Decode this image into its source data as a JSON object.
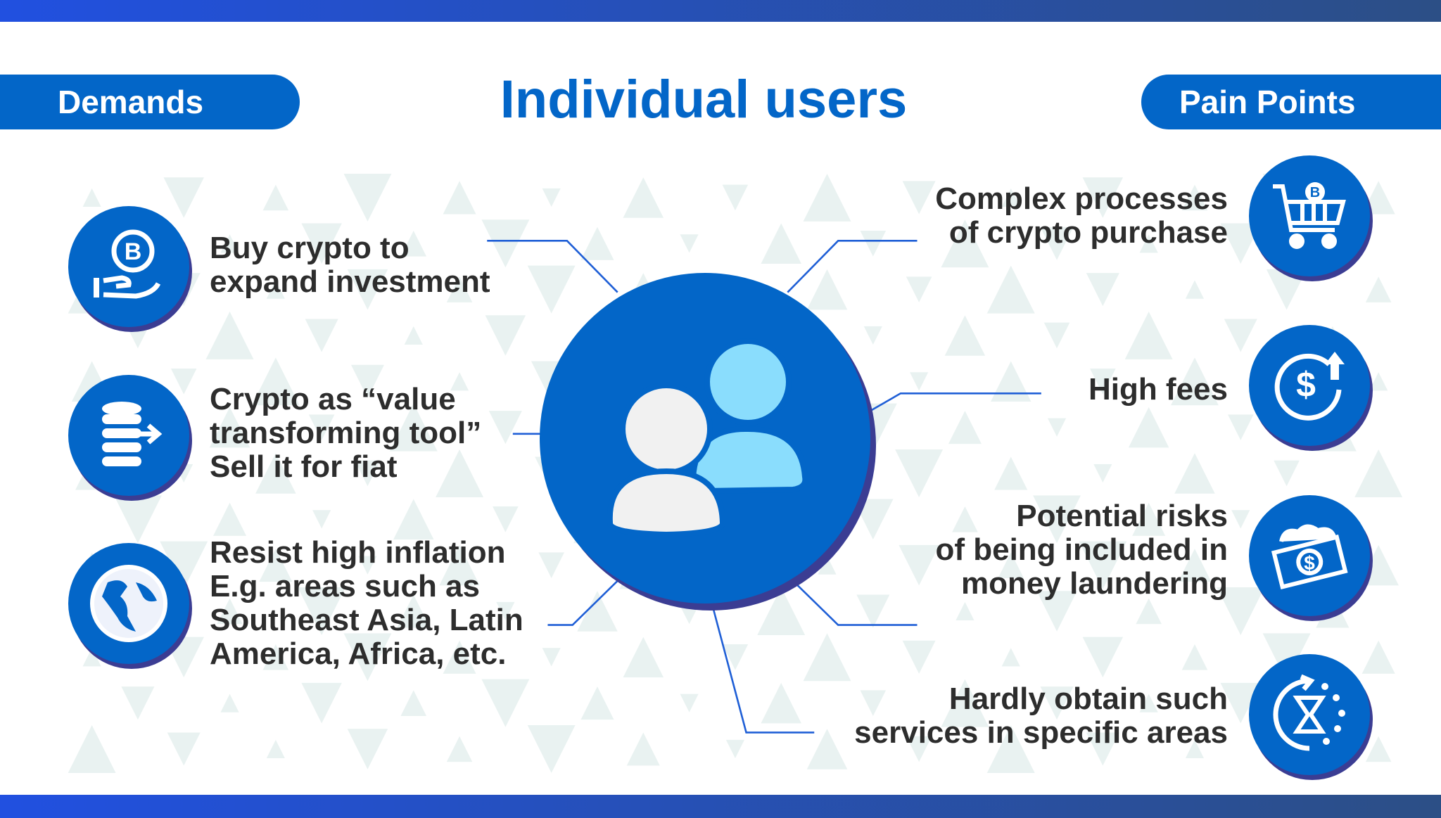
{
  "header": {
    "title": "Individual users",
    "demands_label": "Demands",
    "pain_points_label": "Pain Points"
  },
  "demands": [
    {
      "icon": "bitcoin-hand-icon",
      "lines": [
        "Buy crypto to",
        "expand investment"
      ]
    },
    {
      "icon": "coin-stack-transfer-icon",
      "lines": [
        "Crypto as “value",
        "transforming tool”",
        "Sell it for fiat"
      ]
    },
    {
      "icon": "globe-icon",
      "lines": [
        "Resist high inflation",
        "E.g. areas such as",
        "Southeast Asia, Latin",
        "America, Africa, etc."
      ]
    }
  ],
  "pain_points": [
    {
      "icon": "bitcoin-cart-icon",
      "lines": [
        "Complex processes",
        "of crypto purchase"
      ]
    },
    {
      "icon": "dollar-fee-up-icon",
      "lines": [
        "High fees"
      ]
    },
    {
      "icon": "money-laundering-icon",
      "lines": [
        "Potential risks",
        "of being included in",
        "money laundering"
      ]
    },
    {
      "icon": "hourglass-time-icon",
      "lines": [
        "Hardly obtain such",
        "services in specific areas"
      ]
    }
  ],
  "colors": {
    "primary": "#0366c8",
    "shadow": "#3b3d93",
    "text": "#2d2d2d",
    "user_front": "#f1f1f1",
    "user_back": "#8addfd"
  }
}
